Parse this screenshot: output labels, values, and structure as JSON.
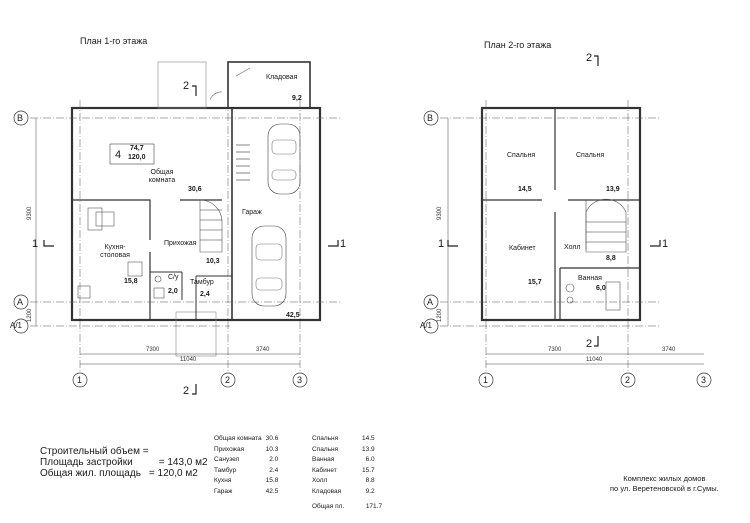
{
  "plans": {
    "floor1_title": "План 1-го этажа",
    "floor2_title": "План 2-го этажа"
  },
  "floor1": {
    "apt_number": "4",
    "apt_area_living": "74,7",
    "apt_area_total": "120,0",
    "rooms": [
      {
        "key": "storage",
        "label": "Кладовая",
        "area": "9,2"
      },
      {
        "key": "common",
        "label": "Общая комната",
        "area": "30,6"
      },
      {
        "key": "garage",
        "label": "Гараж",
        "area": "42,5"
      },
      {
        "key": "kitchen",
        "label": "Кухня-столовая",
        "area": "15,8"
      },
      {
        "key": "hall",
        "label": "Прихожая",
        "area": "10,3"
      },
      {
        "key": "wc",
        "label": "С/у",
        "area": "2,0"
      },
      {
        "key": "vestibule",
        "label": "Тамбур",
        "area": "2,4"
      }
    ]
  },
  "floor2": {
    "rooms": [
      {
        "key": "bed1",
        "label": "Спальня",
        "area": "14,5"
      },
      {
        "key": "bed2",
        "label": "Спальня",
        "area": "13,9"
      },
      {
        "key": "study",
        "label": "Кабинет",
        "area": "15,7"
      },
      {
        "key": "hall2",
        "label": "Холл",
        "area": "8,8"
      },
      {
        "key": "bath",
        "label": "Ванная",
        "area": "6,0"
      }
    ]
  },
  "axes": {
    "rows": [
      "В",
      "А",
      "А/1"
    ],
    "cols": [
      "1",
      "2",
      "3"
    ],
    "section_one": "1",
    "section_two": "2"
  },
  "dims": {
    "d7300": "7300",
    "d3740": "3740",
    "d11040": "11040",
    "d9300": "9300",
    "d1200": "1200"
  },
  "volume": {
    "line1": "Строительный объем =",
    "line2_label": "Площадь застройки",
    "line2_value": "= 143,0 м2",
    "line3_label": "Общая жил. площадь",
    "line3_value": "= 120,0 м2"
  },
  "area_table": {
    "col1": [
      {
        "name": "Общая комната",
        "value": "30.6"
      },
      {
        "name": "Прихожая",
        "value": "10.3"
      },
      {
        "name": "Санузел",
        "value": "2.0"
      },
      {
        "name": "Тамбур",
        "value": "2.4"
      },
      {
        "name": "Кухня",
        "value": "15.8"
      },
      {
        "name": "Гараж",
        "value": "42.5"
      }
    ],
    "col2": [
      {
        "name": "Спальня",
        "value": "14.5"
      },
      {
        "name": "Спальня",
        "value": "13.9"
      },
      {
        "name": "Ванная",
        "value": "6.0"
      },
      {
        "name": "Кабинет",
        "value": "15.7"
      },
      {
        "name": "Холл",
        "value": "8.8"
      },
      {
        "name": "Кладовая",
        "value": "9.2"
      }
    ],
    "total_label": "Общая пл.",
    "total_value": "171.7"
  },
  "footer": {
    "line1": "Комплекс жилых домов",
    "line2": "по ул. Веретеновской в г.Сумы."
  }
}
